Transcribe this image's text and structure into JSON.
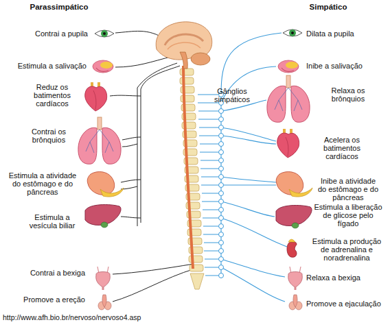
{
  "diagram": {
    "caption": "http://www.afh.bio.br/nervoso/nervoso4.asp",
    "labels": [
      "Parassimpático",
      "Simpático",
      "Contrai a pupila",
      "Estimula a salivação",
      "Reduz os batimentos cardíacos",
      "Contrai os brônquios",
      "Estimula a atividade do estômago e do pâncreas",
      "Estimula a vesícula biliar",
      "Contrai a bexiga",
      "Promove a ereção",
      "Gânglios simpáticos",
      "Dilata a pupila",
      "Inibe a salivação",
      "Relaxa os brônquios",
      "Acelera os batimentos cardíacos",
      "Inibe a atividade do estômago e do pâncreas",
      "Estimula a liberação de glicose pelo fígado",
      "Estimula a produção de adrenalina e noradrenalina",
      "Relaxa a bexiga",
      "Promove a ejaculação"
    ]
  }
}
